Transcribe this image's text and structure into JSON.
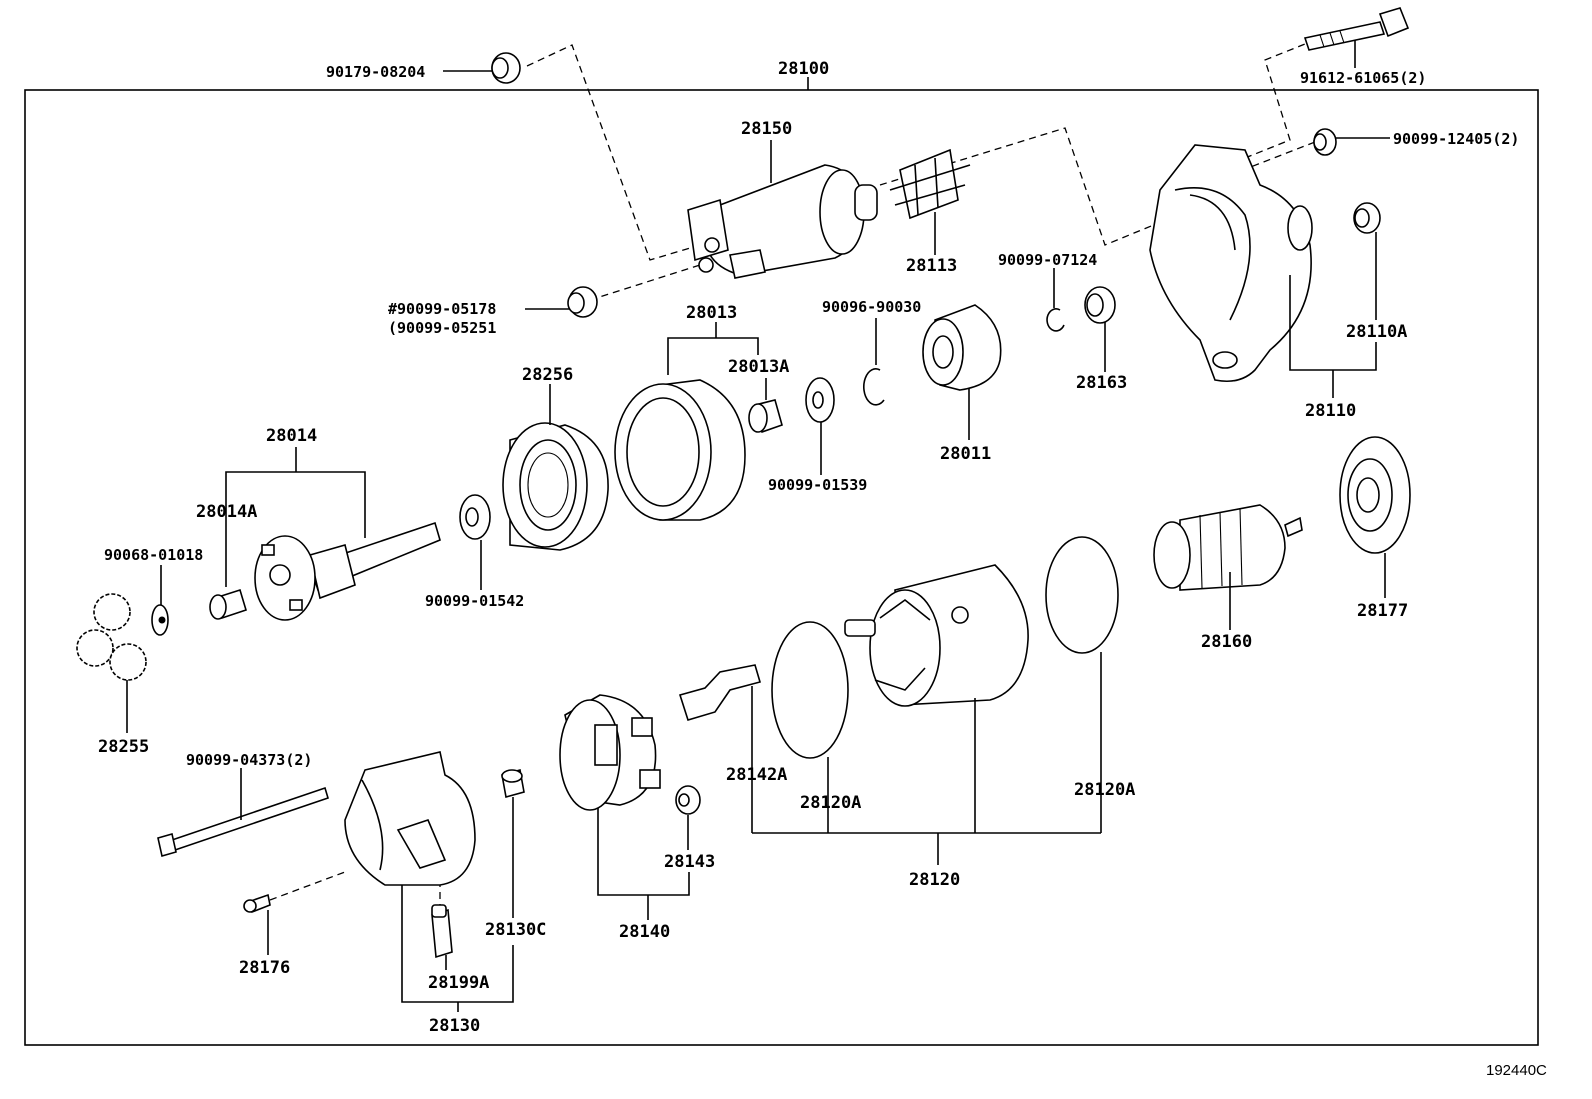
{
  "diagram_id": "192440C",
  "labels": {
    "assembly": "28100",
    "p90179": "90179-08204",
    "p91612": "91612-61065(2)",
    "p90099_12405": "90099-12405(2)",
    "p28150": "28150",
    "p28113": "28113",
    "p90099_07124": "90099-07124",
    "p90099_05178": "#90099-05178",
    "p90099_05251": "(90099-05251",
    "p28013": "28013",
    "p28013A": "28013A",
    "p90096": "90096-90030",
    "p28163": "28163",
    "p28110A": "28110A",
    "p28110": "28110",
    "p28256": "28256",
    "p28011": "28011",
    "p90099_01539": "90099-01539",
    "p28014": "28014",
    "p28014A": "28014A",
    "p90068": "90068-01018",
    "p90099_01542": "90099-01542",
    "p28177": "28177",
    "p28160": "28160",
    "p28255": "28255",
    "p90099_04373": "90099-04373(2)",
    "p28142A": "28142A",
    "p28120A_a": "28120A",
    "p28120A_b": "28120A",
    "p28143": "28143",
    "p28120": "28120",
    "p28130C": "28130C",
    "p28140": "28140",
    "p28176": "28176",
    "p28199A": "28199A",
    "p28130": "28130"
  }
}
